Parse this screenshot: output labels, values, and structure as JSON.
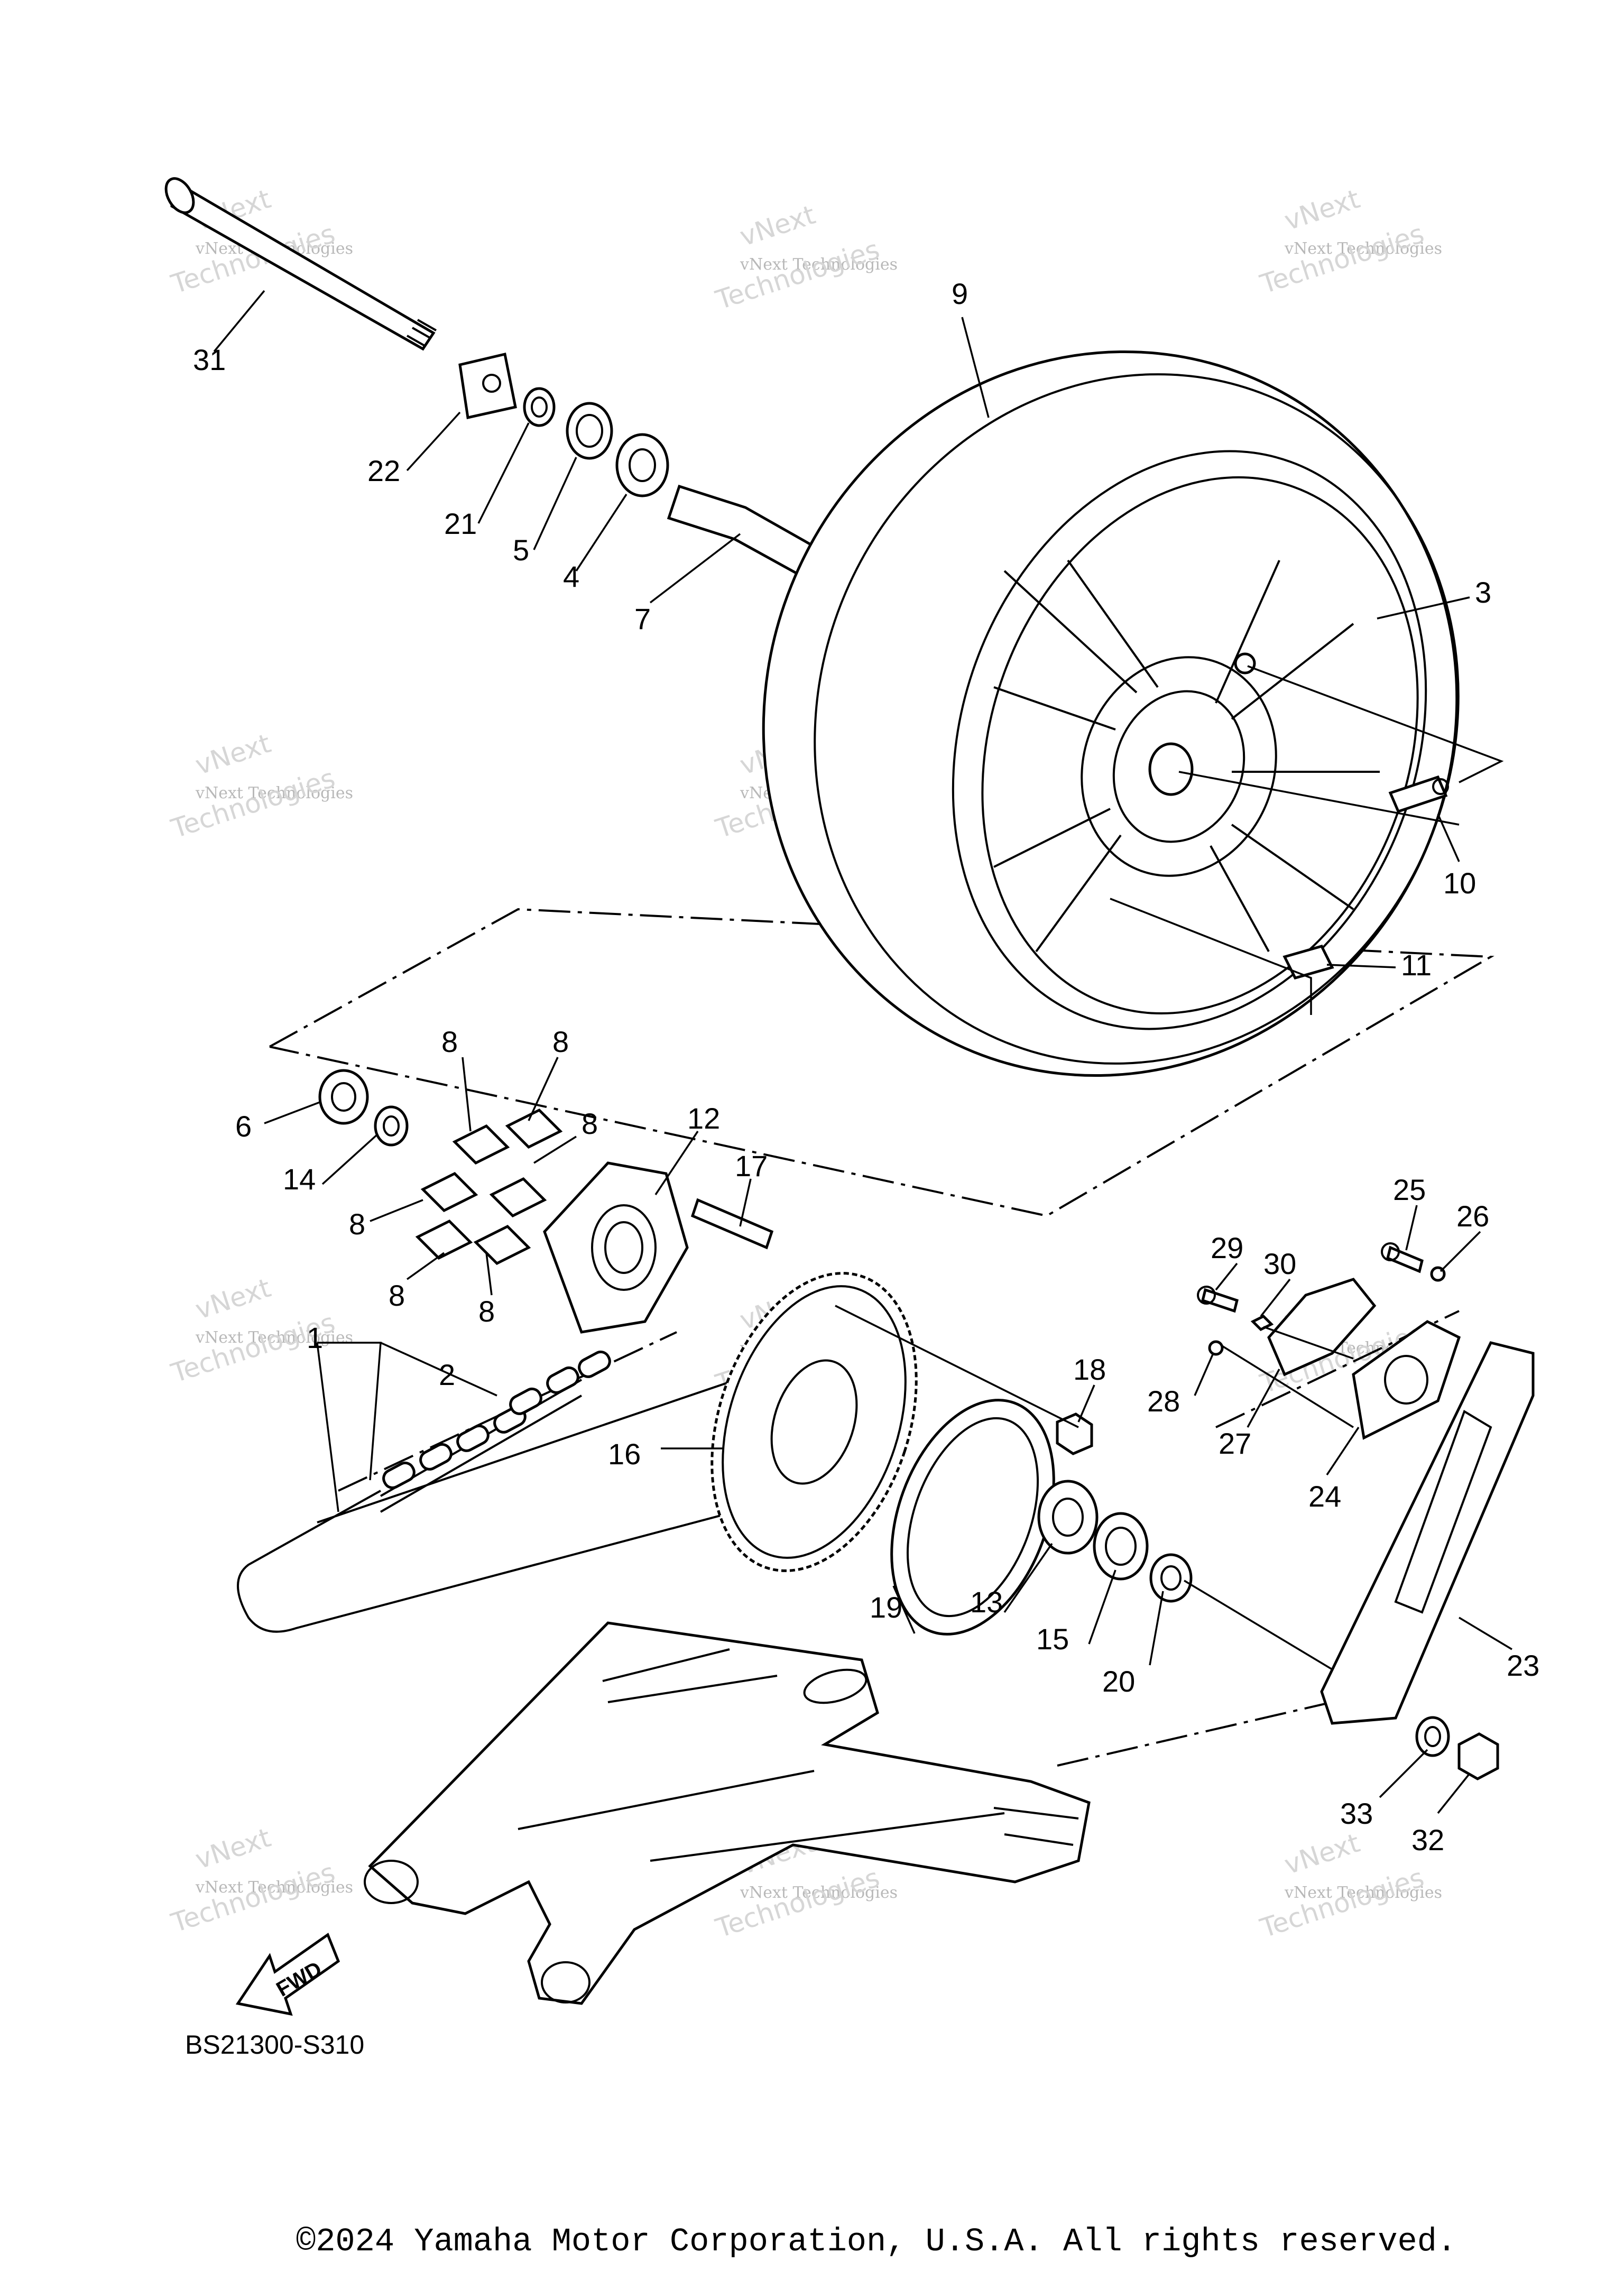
{
  "drawing_code": "BS21300-S310",
  "direction_label": "FWD",
  "copyright": "©2024 Yamaha Motor Corporation, U.S.A. All rights reserved.",
  "watermark": {
    "line1": "vNext Technologies",
    "line2": "vNext",
    "line3": "Technologies"
  },
  "callouts": [
    {
      "id": "c31",
      "label": "31"
    },
    {
      "id": "c22",
      "label": "22"
    },
    {
      "id": "c21",
      "label": "21"
    },
    {
      "id": "c5",
      "label": "5"
    },
    {
      "id": "c4",
      "label": "4"
    },
    {
      "id": "c7",
      "label": "7"
    },
    {
      "id": "c9",
      "label": "9"
    },
    {
      "id": "c3",
      "label": "3"
    },
    {
      "id": "c10",
      "label": "10"
    },
    {
      "id": "c11",
      "label": "11"
    },
    {
      "id": "c6",
      "label": "6"
    },
    {
      "id": "c14",
      "label": "14"
    },
    {
      "id": "c8a",
      "label": "8"
    },
    {
      "id": "c8b",
      "label": "8"
    },
    {
      "id": "c8c",
      "label": "8"
    },
    {
      "id": "c8d",
      "label": "8"
    },
    {
      "id": "c8e",
      "label": "8"
    },
    {
      "id": "c8f",
      "label": "8"
    },
    {
      "id": "c12",
      "label": "12"
    },
    {
      "id": "c17",
      "label": "17"
    },
    {
      "id": "c1",
      "label": "1"
    },
    {
      "id": "c2",
      "label": "2"
    },
    {
      "id": "c16",
      "label": "16"
    },
    {
      "id": "c18",
      "label": "18"
    },
    {
      "id": "c19",
      "label": "19"
    },
    {
      "id": "c13",
      "label": "13"
    },
    {
      "id": "c15",
      "label": "15"
    },
    {
      "id": "c20",
      "label": "20"
    },
    {
      "id": "c25",
      "label": "25"
    },
    {
      "id": "c26",
      "label": "26"
    },
    {
      "id": "c29",
      "label": "29"
    },
    {
      "id": "c30",
      "label": "30"
    },
    {
      "id": "c28",
      "label": "28"
    },
    {
      "id": "c27",
      "label": "27"
    },
    {
      "id": "c24",
      "label": "24"
    },
    {
      "id": "c23",
      "label": "23"
    },
    {
      "id": "c33",
      "label": "33"
    },
    {
      "id": "c32",
      "label": "32"
    }
  ]
}
